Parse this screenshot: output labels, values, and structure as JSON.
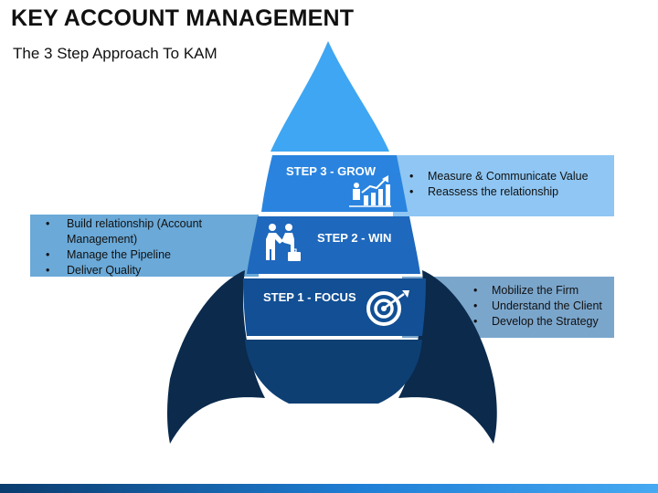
{
  "header": {
    "title": "KEY ACCOUNT MANAGEMENT",
    "subtitle": "The 3 Step Approach To KAM"
  },
  "steps": [
    {
      "label": "STEP 3 - GROW",
      "icon": "growth-chart-icon",
      "bullets": [
        "Measure & Communicate Value",
        "Reassess the relationship"
      ]
    },
    {
      "label": "STEP 2 - WIN",
      "icon": "handshake-icon",
      "bullets": [
        "Build relationship (Account Management)",
        "Manage the Pipeline",
        "Deliver Quality"
      ]
    },
    {
      "label": "STEP 1 - FOCUS",
      "icon": "target-icon",
      "bullets": [
        "Mobilize the Firm",
        "Understand the Client",
        "Develop the Strategy"
      ]
    }
  ],
  "colors": {
    "nose": "#3ea6f2",
    "step3": "#2a84df",
    "step2": "#1e68bd",
    "step1": "#124f94",
    "base": "#0d3f73",
    "fins": "#0b2a4c",
    "step3_band": "#8fc6f3",
    "step2_band": "#6aa9d8",
    "step1_band": "#7ba6cc",
    "bottom_bar": "#1f7fd6"
  }
}
